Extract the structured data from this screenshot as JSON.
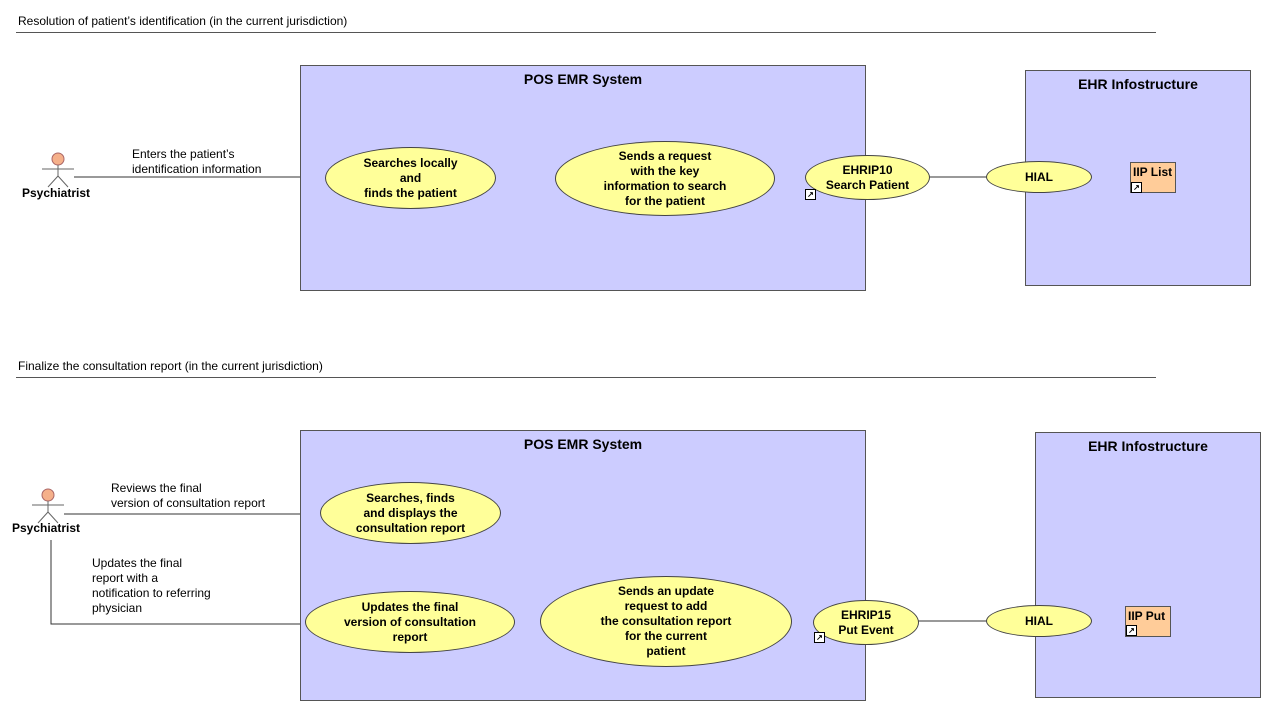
{
  "sections": [
    {
      "title": "Resolution of patient’s identification (in the current jurisdiction)",
      "actor": "Psychiatrist",
      "system": "POS EMR System",
      "infra": "EHR Infostructure",
      "edge_label": "Enters the patient’s\nidentification information",
      "usecases": {
        "uc1": "Searches locally\nand\nfinds the patient",
        "uc2": "Sends a request\nwith the key\ninformation to search\nfor the patient",
        "uc3": "EHRIP10\nSearch Patient",
        "hial": "HIAL"
      },
      "artifact": "IIP List"
    },
    {
      "title": "Finalize the consultation report (in the current jurisdiction)",
      "actor": "Psychiatrist",
      "system": "POS EMR System",
      "infra": "EHR Infostructure",
      "edge_label_1": "Reviews the final\nversion of consultation report",
      "edge_label_2": "Updates the final\nreport with a\nnotification to referring\nphysician",
      "usecases": {
        "uc1": "Searches, finds\nand displays the\nconsultation report",
        "uc2": "Updates the final\nversion of consultation\nreport",
        "uc3": "Sends an update\nrequest to add\nthe consultation report\nfor the current\npatient",
        "uc4": "EHRIP15\nPut Event",
        "hial": "HIAL"
      },
      "artifact": "IIP Put"
    }
  ]
}
